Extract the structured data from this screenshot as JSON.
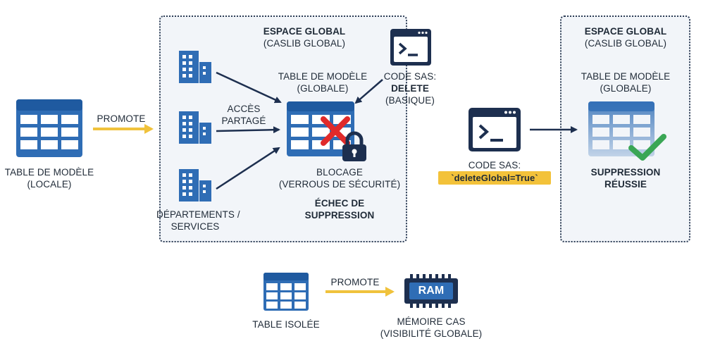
{
  "left_table": {
    "line1": "TABLE DE MODÈLE",
    "line2": "(LOCALE)"
  },
  "promote_top": "PROMOTE",
  "global_space_left": {
    "title": "ESPACE GLOBAL",
    "subtitle": "(CASLIB GLOBAL)",
    "table_line1": "TABLE DE MODÈLE",
    "table_line2": "(GLOBALE)",
    "shared_access_line1": "ACCÈS",
    "shared_access_line2": "PARTAGÉ",
    "departments_line1": "DÉPARTEMENTS /",
    "departments_line2": "SERVICES",
    "sas_code_line1": "CODE SAS:",
    "sas_code_line2": "DELETE",
    "sas_code_line3": "(BASIQUE)",
    "lock_line1": "BLOCAGE",
    "lock_line2": "(VERROUS DE SÉCURITÉ)",
    "failure_line1": "ÉCHEC DE",
    "failure_line2": "SUPPRESSION"
  },
  "middle_code": {
    "label": "CODE SAS:",
    "code": "`deleteGlobal=True`"
  },
  "global_space_right": {
    "title": "ESPACE GLOBAL",
    "subtitle": "(CASLIB GLOBAL)",
    "table_line1": "TABLE DE MODÈLE",
    "table_line2": "(GLOBALE)",
    "success_line1": "SUPPRESSION",
    "success_line2": "RÉUSSIE"
  },
  "bottom": {
    "isolated_table": "TABLE ISOLÉE",
    "promote": "PROMOTE",
    "ram": "RAM",
    "memory_line1": "MÉMOIRE CAS",
    "memory_line2": "(VISIBILITÉ GLOBALE)"
  },
  "colors": {
    "table_blue": "#2f6db5",
    "dark_navy": "#1d2f4f",
    "arrow_yellow": "#f0c23c",
    "cross_red": "#e02a2a",
    "check_green": "#3aa655",
    "panel_bg": "#f2f5f9"
  },
  "icons": [
    "table-icon",
    "building-icon",
    "terminal-icon",
    "lock-icon",
    "cross-icon",
    "check-icon",
    "ram-chip-icon"
  ]
}
